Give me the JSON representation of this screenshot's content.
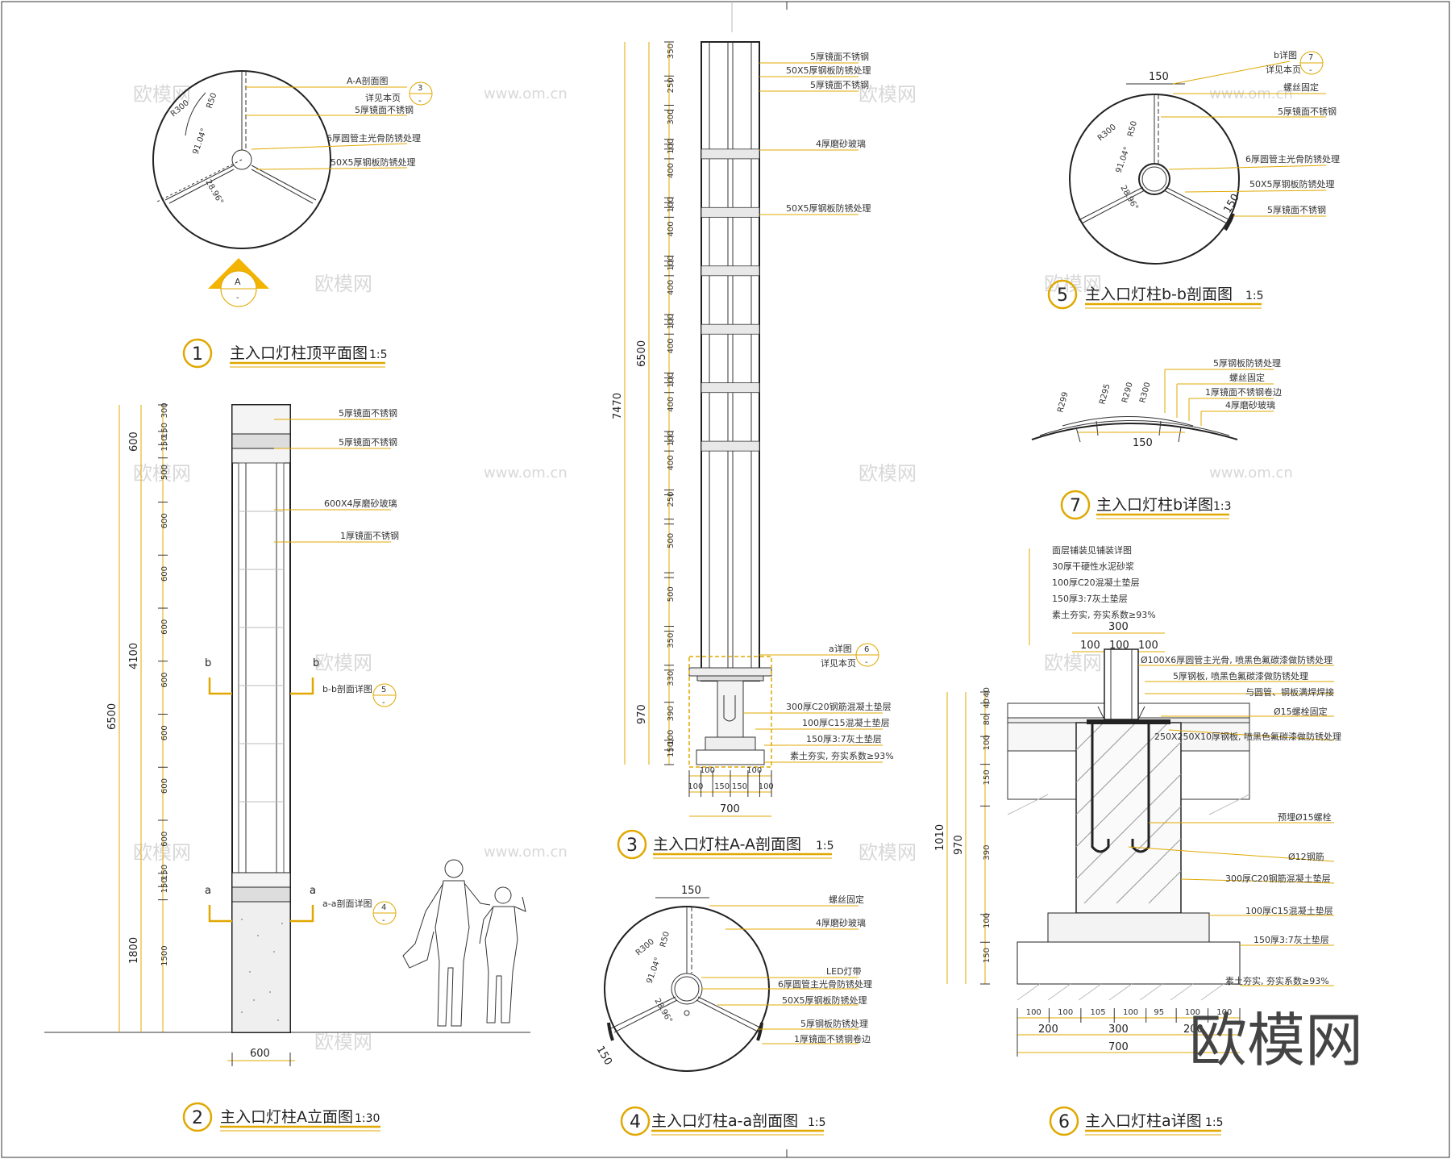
{
  "brand": "欧模网",
  "watermark": "欧模网",
  "watermark_url": "www.om.cn",
  "drawings": {
    "d1": {
      "num": "1",
      "title": "主入口灯柱顶平面图",
      "scale": "1:5",
      "callouts": [
        "A-A剖面图",
        "详见本页",
        "5厚镜面不锈钢",
        "6厚圆管主光骨防锈处理",
        "50X5厚钢板防锈处理"
      ],
      "ref_num": "3",
      "ref_dash": "-",
      "section_letter": "A",
      "section_dash": "-",
      "dims": [
        "R300",
        "R50",
        "91.04°",
        "28.96°"
      ]
    },
    "d2": {
      "num": "2",
      "title": "主入口灯柱A立面图",
      "scale": "1:30",
      "callouts": [
        "5厚镜面不锈钢",
        "5厚镜面不锈钢",
        "600X4厚磨砂玻璃",
        "1厚镜面不锈钢"
      ],
      "cut_b": "b",
      "cut_a": "a",
      "ref_b_label": "b-b剖面详图",
      "ref_b_num": "5",
      "ref_a_label": "a-a剖面详图",
      "ref_a_num": "4",
      "ref_dash": "-",
      "dims_inner": [
        "300",
        "150",
        "150",
        "500",
        "600",
        "600",
        "600",
        "600",
        "600",
        "600",
        "600",
        "150",
        "150",
        "1500"
      ],
      "dims_mid": [
        "600",
        "4100",
        "1800"
      ],
      "dim_total": "6500",
      "width": "600"
    },
    "d3": {
      "num": "3",
      "title": "主入口灯柱A-A剖面图",
      "scale": "1:5",
      "callouts": [
        "5厚镜面不锈钢",
        "50X5厚钢板防锈处理",
        "5厚镜面不锈钢",
        "4厚磨砂玻璃",
        "50X5厚钢板防锈处理"
      ],
      "ref_label": "a详图",
      "ref_sub": "详见本页",
      "ref_num": "6",
      "ref_dash": "-",
      "foot_callouts": [
        "300厚C20钢筋混凝土垫层",
        "100厚C15混凝土垫层",
        "150厚3:7灰土垫层",
        "素土夯实, 夯实系数≥93%"
      ],
      "dims_inner": [
        "350",
        "50",
        "250",
        "50",
        "300",
        "50",
        "50",
        "100",
        "400",
        "50",
        "50",
        "100",
        "400",
        "50",
        "50",
        "100",
        "400",
        "50",
        "50",
        "100",
        "400",
        "50",
        "50",
        "100",
        "400",
        "50",
        "50",
        "100",
        "400",
        "50",
        "250",
        "50",
        "500",
        "50",
        "500",
        "50",
        "350",
        "50",
        "330",
        "390",
        "100",
        "150"
      ],
      "dims_mid": [
        "6500",
        "970"
      ],
      "dim_total": "7470",
      "bottom_dims": [
        "100",
        "100",
        "150",
        "150",
        "100",
        "100"
      ],
      "bottom_total": "700"
    },
    "d4": {
      "num": "4",
      "title": "主入口灯柱a-a剖面图",
      "scale": "1:5",
      "callouts": [
        "螺丝固定",
        "4厚磨砂玻璃",
        "LED灯带",
        "6厚圆管主光骨防锈处理",
        "50X5厚钢板防锈处理",
        "5厚钢板防锈处理",
        "1厚镜面不锈钢卷边"
      ],
      "dims": [
        "150",
        "R50",
        "R300",
        "91.04°",
        "28.96°",
        "150"
      ]
    },
    "d5": {
      "num": "5",
      "title": "主入口灯柱b-b剖面图",
      "scale": "1:5",
      "callouts": [
        "b详图",
        "详见本页",
        "螺丝固定",
        "5厚镜面不锈钢",
        "6厚圆管主光骨防锈处理",
        "50X5厚钢板防锈处理",
        "5厚镜面不锈钢"
      ],
      "ref_num": "7",
      "ref_dash": "-",
      "dims": [
        "150",
        "R300",
        "R50",
        "91.04°",
        "28.96°",
        "150"
      ]
    },
    "d6": {
      "num": "6",
      "title": "主入口灯柱a详图",
      "scale": "1:5",
      "top_notes": [
        "面层铺装见铺装详图",
        "30厚干硬性水泥砂浆",
        "100厚C20混凝土垫层",
        "150厚3:7灰土垫层",
        "素土夯实, 夯实系数≥93%"
      ],
      "callouts": [
        "Ø100X6厚圆管主光骨, 喷黑色氟碳漆做防锈处理",
        "5厚钢板, 喷黑色氟碳漆做防锈处理",
        "与圆管、钢板满焊焊接",
        "Ø15螺栓固定",
        "250X250X10厚钢板, 喷黑色氟碳漆做防锈处理",
        "预埋Ø15螺栓",
        "Ø12钢筋",
        "300厚C20钢筋混凝土垫层",
        "100厚C15混凝土垫层",
        "150厚3:7灰土垫层",
        "素土夯实, 夯实系数≥93%"
      ],
      "top_dims": [
        "300",
        "100",
        "100",
        "100"
      ],
      "left_dims": [
        "40",
        "40",
        "80",
        "100",
        "150",
        "390",
        "100",
        "150"
      ],
      "left_mid": [
        "970"
      ],
      "left_total": "1010",
      "bottom_dims": [
        "100",
        "100",
        "105",
        "100",
        "95",
        "100",
        "100"
      ],
      "bottom_mid": [
        "200",
        "300",
        "200"
      ],
      "bottom_total": "700"
    },
    "d7": {
      "num": "7",
      "title": "主入口灯柱b详图",
      "scale": "1:3",
      "callouts": [
        "5厚钢板防锈处理",
        "螺丝固定",
        "1厚镜面不锈钢卷边",
        "4厚磨砂玻璃"
      ],
      "dims": [
        "R299",
        "R295",
        "R290",
        "R300",
        "150"
      ]
    }
  }
}
